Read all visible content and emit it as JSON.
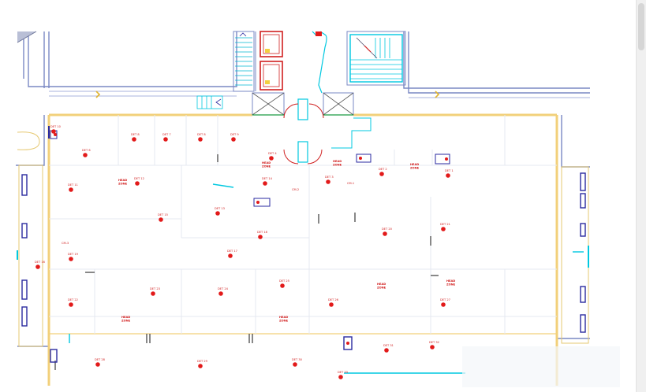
{
  "colors": {
    "wall": "#7a88c4",
    "wall_light": "#aab3dc",
    "corridor": "#f2d07a",
    "stair": "#00c8e0",
    "detector": "#e21a1a",
    "label": "#d01818",
    "device": "#2a2aa0",
    "background": "#ffffff"
  },
  "detector_labels": {
    "d01": "DET 10",
    "d02": "DET 6",
    "d03": "DET 8",
    "d04": "DET 7",
    "d05": "DET 8",
    "d06": "DET 9",
    "d07": "DET 4",
    "d08": "DET 3",
    "d09": "DET 2",
    "d10": "DET 1",
    "d11": "DET 11",
    "d12": "DET 12",
    "d13": "DET 14",
    "d14": "DET 15",
    "d15": "DET 13",
    "d16": "DET 18",
    "d17": "DET 19",
    "d18": "DET 20",
    "d19": "DET 21",
    "d20": "DET 16",
    "d21": "DET 17",
    "d22": "DET 22",
    "d23": "DET 23",
    "d24": "DET 24",
    "d25": "DET 25",
    "d26": "DET 26",
    "d27": "DET 27",
    "d28": "DET 28",
    "d29": "DET 29",
    "d30": "DET 30",
    "d31": "DET 31",
    "d32": "DET 32",
    "d33": "DET 33"
  },
  "callouts": {
    "c01": "CM-2",
    "c02": "CM-1",
    "c03": "CM-3"
  },
  "zone_labels": {
    "z1": "HEAD\nZONE",
    "z2": "HEAD\nZONE",
    "z3": "HEAD\nZONE",
    "z4": "HEAD\nZONE",
    "z5": "HEAD\nZONE",
    "z6": "HEAD\nZONE",
    "z7": "HEAD\nZONE"
  }
}
